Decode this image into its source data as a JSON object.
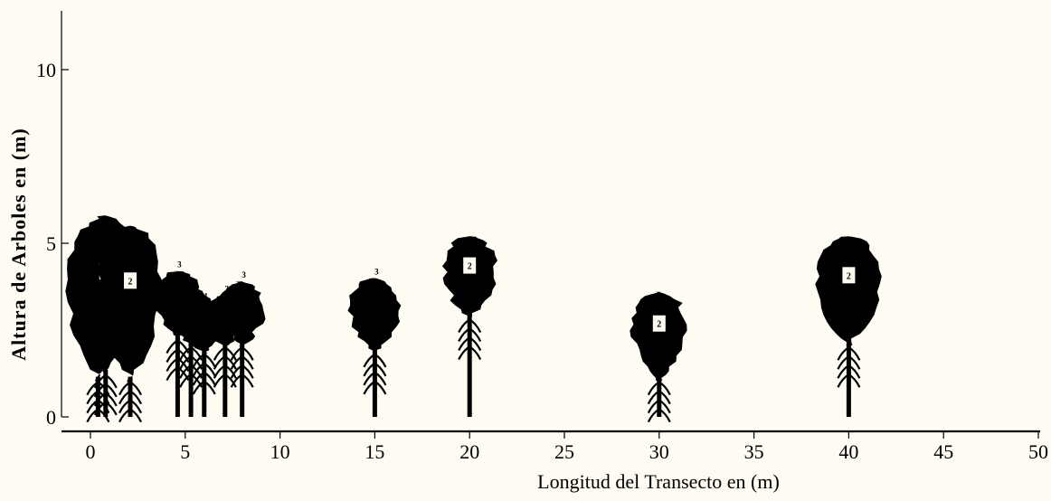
{
  "chart_data": {
    "type": "scatter",
    "title": "",
    "xlabel": "Longitud del Transecto en (m)",
    "ylabel": "Altura de Arboles en (m)",
    "xlim": [
      0,
      50
    ],
    "ylim": [
      0,
      12
    ],
    "x_ticks": [
      0,
      5,
      10,
      15,
      20,
      25,
      30,
      35,
      40,
      45,
      50
    ],
    "y_ticks": [
      0,
      5,
      10
    ],
    "x_tick_labels": [
      "0",
      "5",
      "10",
      "15",
      "20",
      "25",
      "30",
      "35",
      "40",
      "45",
      "50"
    ],
    "y_tick_labels": [
      "0",
      "5",
      "10"
    ],
    "grid": false,
    "marker": "tree-silhouette",
    "trees": [
      {
        "x": 0.4,
        "height": 5.6,
        "crown_base": 1.0,
        "stratum": "1"
      },
      {
        "x": 0.8,
        "height": 5.8,
        "crown_base": 1.2,
        "stratum": "2"
      },
      {
        "x": 2.1,
        "height": 5.5,
        "crown_base": 1.0,
        "stratum": "2"
      },
      {
        "x": 4.6,
        "height": 4.2,
        "crown_base": 2.2,
        "stratum": "3"
      },
      {
        "x": 5.3,
        "height": 3.7,
        "crown_base": 2.0,
        "stratum": "3"
      },
      {
        "x": 6.0,
        "height": 3.3,
        "crown_base": 1.8,
        "stratum": "1"
      },
      {
        "x": 7.1,
        "height": 3.5,
        "crown_base": 2.0,
        "stratum": "3"
      },
      {
        "x": 8.0,
        "height": 3.9,
        "crown_base": 2.0,
        "stratum": "3"
      },
      {
        "x": 15.0,
        "height": 4.0,
        "crown_base": 1.8,
        "stratum": "3"
      },
      {
        "x": 20.0,
        "height": 5.2,
        "crown_base": 2.8,
        "stratum": "2"
      },
      {
        "x": 30.0,
        "height": 3.6,
        "crown_base": 1.0,
        "stratum": "2"
      },
      {
        "x": 40.0,
        "height": 5.2,
        "crown_base": 2.0,
        "stratum": "2"
      }
    ]
  }
}
